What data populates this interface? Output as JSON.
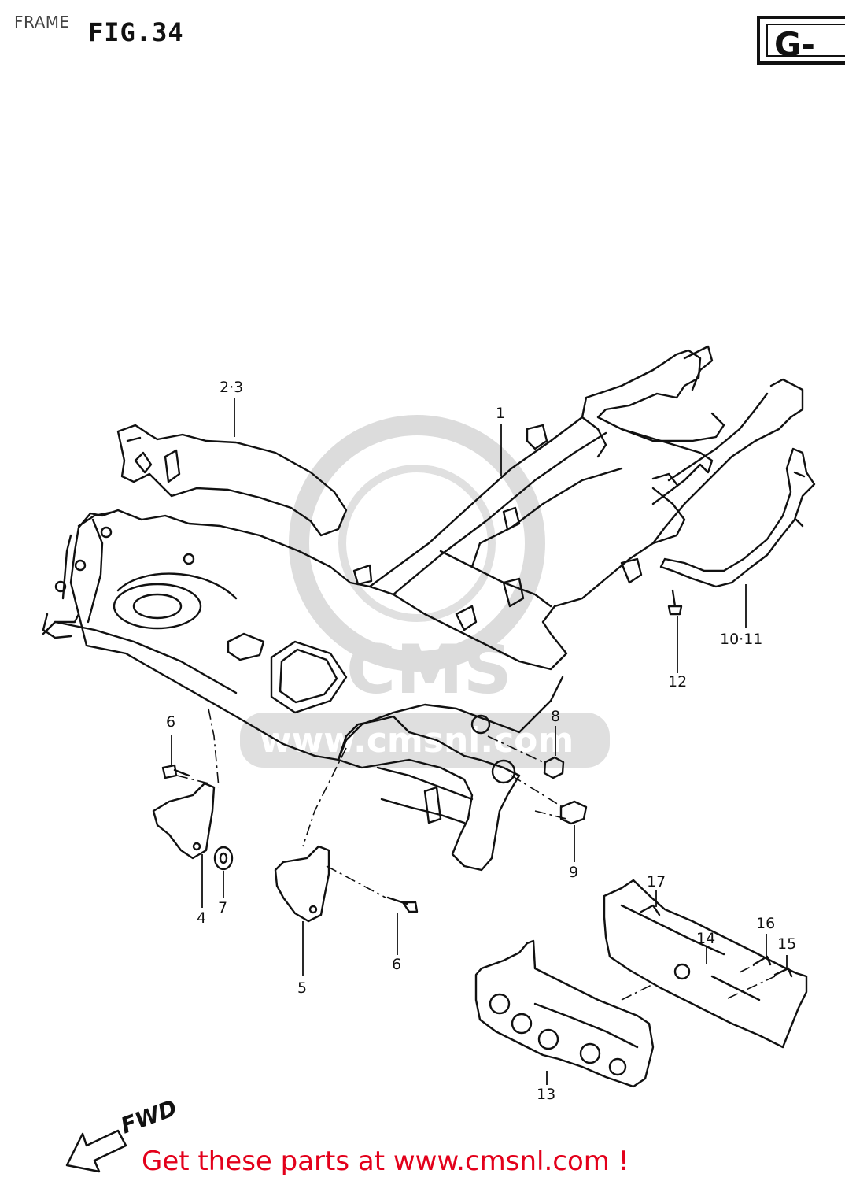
{
  "header": {
    "section_label": "FRAME",
    "figure_title": "FIG.34",
    "badge": "G-"
  },
  "watermark": {
    "brand": "CMS",
    "site": "www.cmsnl.com"
  },
  "callouts": [
    {
      "id": "c1",
      "label": "1"
    },
    {
      "id": "c2",
      "label": "2·3"
    },
    {
      "id": "c4",
      "label": "4"
    },
    {
      "id": "c5",
      "label": "5"
    },
    {
      "id": "c6a",
      "label": "6"
    },
    {
      "id": "c6b",
      "label": "6"
    },
    {
      "id": "c7",
      "label": "7"
    },
    {
      "id": "c8",
      "label": "8"
    },
    {
      "id": "c9",
      "label": "9"
    },
    {
      "id": "c10",
      "label": "10·11"
    },
    {
      "id": "c12",
      "label": "12"
    },
    {
      "id": "c13",
      "label": "13"
    },
    {
      "id": "c14",
      "label": "14"
    },
    {
      "id": "c15",
      "label": "15"
    },
    {
      "id": "c16",
      "label": "16"
    },
    {
      "id": "c17",
      "label": "17"
    }
  ],
  "direction_label": "FWD",
  "footer": {
    "cta": "Get these parts at www.cmsnl.com !"
  }
}
